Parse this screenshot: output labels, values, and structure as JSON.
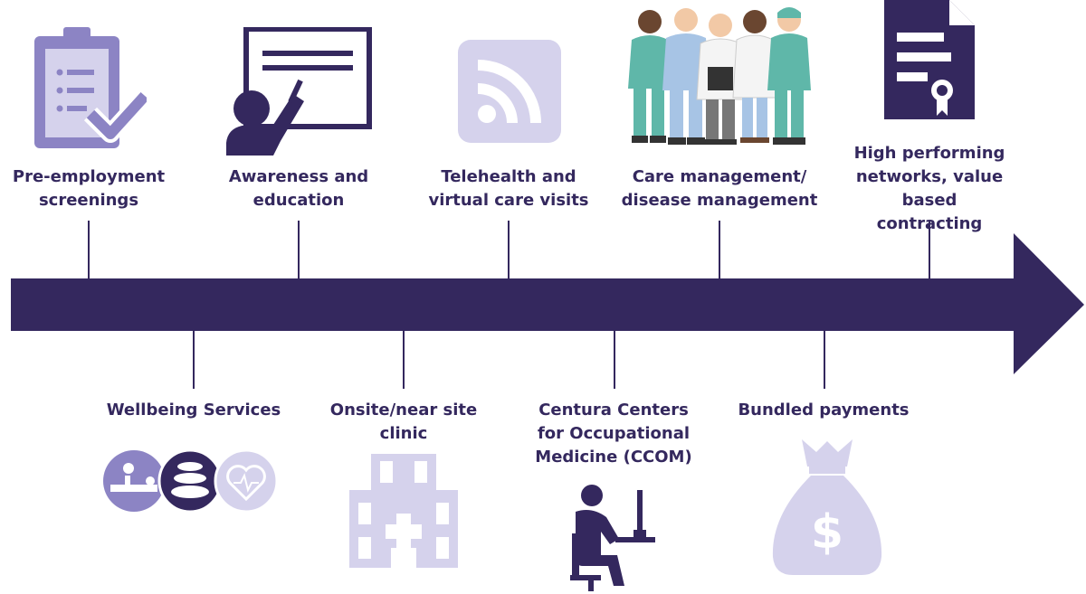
{
  "colors": {
    "dark": "#34285e",
    "medium": "#8c84c4",
    "light": "#d5d2ec",
    "white": "#ffffff"
  },
  "top_items": [
    {
      "label": "Pre-employment\nscreenings",
      "icon": "clipboard-checklist-icon"
    },
    {
      "label": "Awareness and\neducation",
      "icon": "presenter-board-icon"
    },
    {
      "label": "Telehealth and\nvirtual care visits",
      "icon": "rss-feed-icon"
    },
    {
      "label": "Care management/\ndisease management",
      "icon": "medical-team-icon"
    },
    {
      "label": "High performing\nnetworks, value based\ncontracting",
      "icon": "certificate-document-icon"
    }
  ],
  "bottom_items": [
    {
      "label": "Wellbeing Services",
      "icon": "wellbeing-circles-icon"
    },
    {
      "label": "Onsite/near site\nclinic",
      "icon": "hospital-building-icon"
    },
    {
      "label": "Centura Centers\nfor Occupational\nMedicine (CCOM)",
      "icon": "person-at-computer-icon"
    },
    {
      "label": "Bundled payments",
      "icon": "money-bag-icon"
    }
  ]
}
